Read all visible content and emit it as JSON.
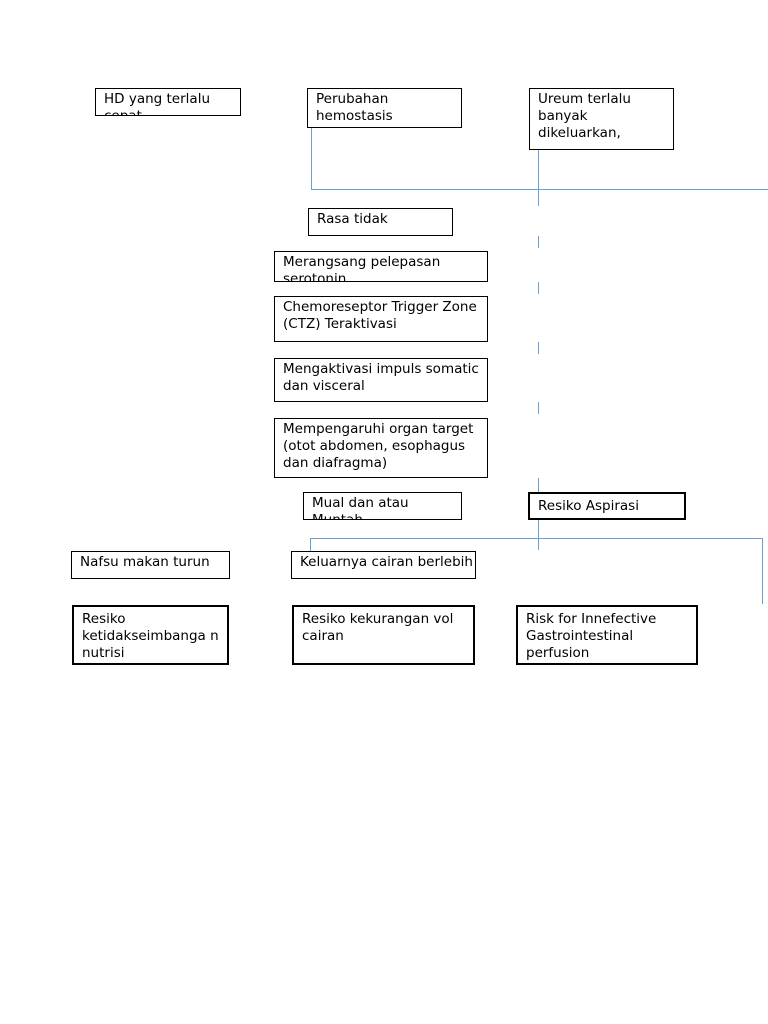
{
  "diagram": {
    "boxes": {
      "hd": "HD yang terlalu cepat",
      "hemostasis": "Perubahan hemostasis",
      "ureum": "Ureum terlalu banyak dikeluarkan,",
      "rasa": "Rasa tidak",
      "serotonin": "Merangsang pelepasan serotonin",
      "ctz": "Chemoreseptor Trigger Zone  (CTZ) Teraktivasi",
      "impuls": "Mengaktivasi impuls somatic dan visceral",
      "organ": "Mempengaruhi organ target (otot abdomen, esophagus dan diafragma)",
      "mual": "Mual dan atau Muntah",
      "aspirasi": "Resiko Aspirasi",
      "nafsu": "Nafsu makan turun",
      "keluar": "Keluarnya cairan berlebih",
      "nutrisi": "Resiko ketidakseimbanga n nutrisi",
      "vol": "Resiko kekurangan vol cairan",
      "gastro": "Risk for Innefective Gastrointestinal perfusion"
    },
    "colors": {
      "connector": "#6a9fcf",
      "border": "#000000"
    }
  }
}
